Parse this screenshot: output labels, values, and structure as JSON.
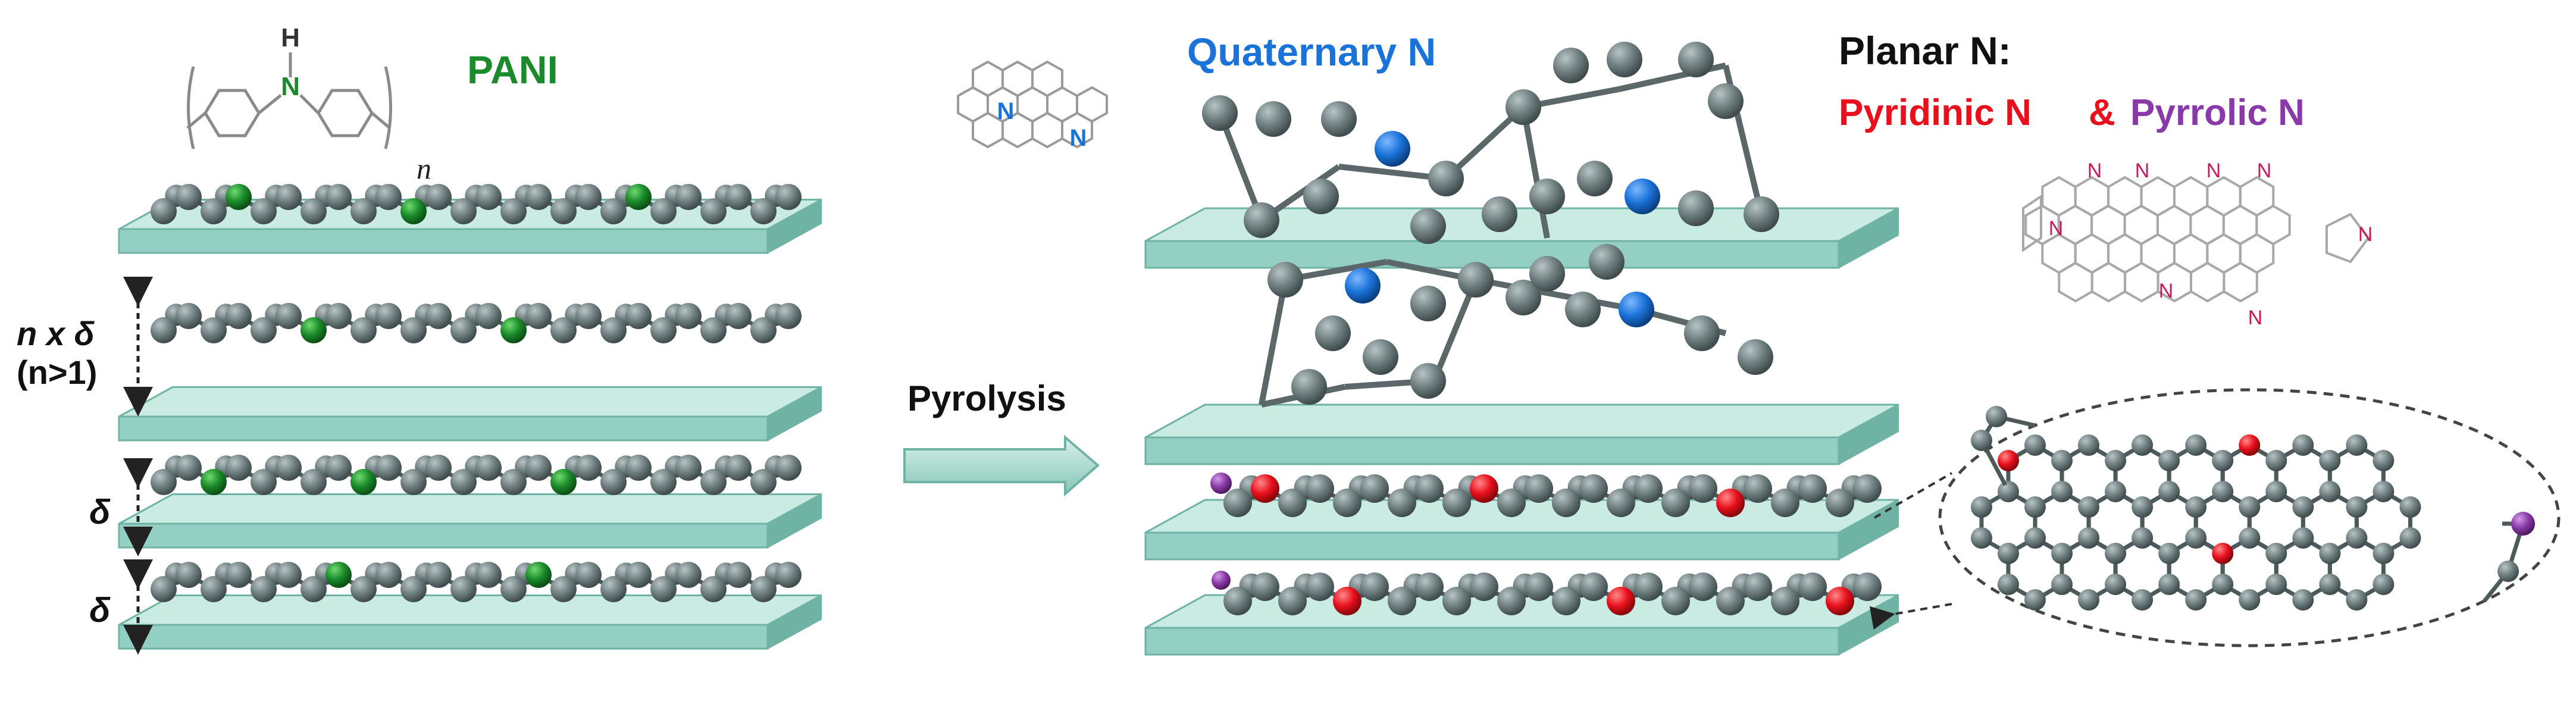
{
  "left_panel": {
    "label": "PANI",
    "repeat_subscript": "n",
    "nh_h": "H",
    "nh_n": "N",
    "spacing_label_1": "n x δ",
    "spacing_label_2": "(n>1)",
    "delta_1": "δ",
    "delta_2": "δ"
  },
  "arrow_label": "Pyrolysis",
  "middle_panel": {
    "label": "Quaternary N",
    "struct_n_1": "N",
    "struct_n_2": "N"
  },
  "right_panel": {
    "title": "Planar N:",
    "subtitle_pyridinic": "Pyridinic N",
    "subtitle_amp": "&",
    "subtitle_pyrrolic": "Pyrrolic N",
    "struct_n_labels": [
      "N",
      "N",
      "N",
      "N",
      "N",
      "N",
      "N",
      "N"
    ]
  },
  "colors": {
    "plate_top": "#c9ebe2",
    "plate_front": "#93cfc2",
    "plate_edge": "#6fb3a4",
    "carbon": "#6f7f80",
    "pani_n": "#1a8a2a",
    "quaternary_n": "#1a73d9",
    "pyridinic_n": "#e8101c",
    "pyrrolic_n": "#8a3aa8",
    "pani_text": "#1a8a2a",
    "quaternary_text": "#1a73d9",
    "pyridinic_text": "#e8101c",
    "pyrrolic_text": "#8a3aa8",
    "struct_n_text": "#c8185a"
  }
}
